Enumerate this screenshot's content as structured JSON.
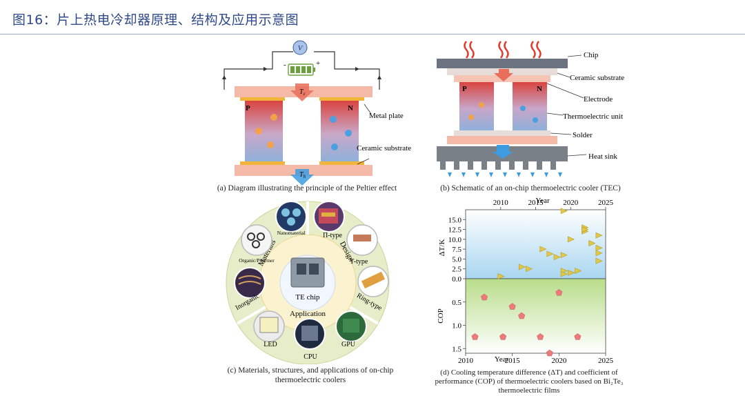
{
  "figure_title": "图16：片上热电冷却器原理、结构及应用示意图",
  "panel_a": {
    "voltmeter": "V",
    "minus": "-",
    "plus": "+",
    "tc": "T",
    "tc_sub": "c",
    "th": "T",
    "th_sub": "h",
    "p": "P",
    "n": "N",
    "metal_plate": "Metal plate",
    "ceramic_substrate": "Ceramic substrate",
    "caption": "(a) Diagram illustrating the principle of the Peltier effect"
  },
  "panel_b": {
    "p": "P",
    "n": "N",
    "labels": [
      "Chip",
      "Ceramic substrate",
      "Electrode",
      "Thermoelectric unit",
      "Solder",
      "Heat sink"
    ],
    "caption": "(b) Schematic of an on-chip thermoelectric cooler (TEC)"
  },
  "panel_c": {
    "center": "TE chip",
    "ring": [
      "Materials",
      "Design",
      "Application"
    ],
    "items": [
      "Nanomaterial",
      "Π-type",
      "Y-type",
      "Ring-type",
      "GPU",
      "CPU",
      "LED",
      "Inorganic",
      "Organic/Polymer"
    ],
    "caption_lines": [
      "(c) Materials, structures, and applications of on-chip",
      "thermoelectric coolers"
    ]
  },
  "panel_d": {
    "caption_lines": [
      "(d) Cooling temperature difference (ΔT) and coefficient of",
      "performance (COP) of thermoelectric coolers based on Bi₂Te₃",
      "thermoelectric films"
    ]
  },
  "chart_data": {
    "type": "scatter",
    "top": {
      "xlabel": "Year",
      "ylabel": "ΔT/K",
      "xlim": [
        2005,
        2025
      ],
      "ylim": [
        0,
        17.5
      ],
      "xticks": [
        "2010",
        "2015",
        "2020",
        "2025"
      ],
      "yticks": [
        "0.0",
        "2.5",
        "5.0",
        "7.5",
        "10.0",
        "12.5",
        "15.0"
      ],
      "marker": "triangle",
      "color": "#e0c84a",
      "x": [
        2010,
        2013,
        2014,
        2016,
        2017,
        2018,
        2019,
        2019,
        2019,
        2019,
        2020,
        2020,
        2021,
        2022,
        2022,
        2022,
        2023,
        2024,
        2024,
        2024,
        2024
      ],
      "y": [
        0.6,
        3.0,
        2.5,
        7.5,
        6.3,
        5.5,
        17.2,
        6.0,
        2.0,
        1.2,
        10.0,
        1.5,
        2.0,
        12.0,
        13.0,
        12.5,
        9.0,
        11.0,
        7.8,
        6.5,
        4.5
      ]
    },
    "bottom": {
      "xlabel": "Year",
      "ylabel": "COP",
      "xlim": [
        2010,
        2025
      ],
      "ylim": [
        1.6,
        0
      ],
      "xticks": [
        "2010",
        "2015",
        "2020",
        "2025"
      ],
      "yticks": [
        "0.5",
        "1.0",
        "1.5"
      ],
      "marker": "pentagon",
      "color": "#ec7c7c",
      "x": [
        2011,
        2012,
        2014,
        2015,
        2016,
        2018,
        2019,
        2020,
        2022
      ],
      "y": [
        1.25,
        0.4,
        1.25,
        0.6,
        0.8,
        1.25,
        1.6,
        0.3,
        1.25
      ]
    }
  }
}
